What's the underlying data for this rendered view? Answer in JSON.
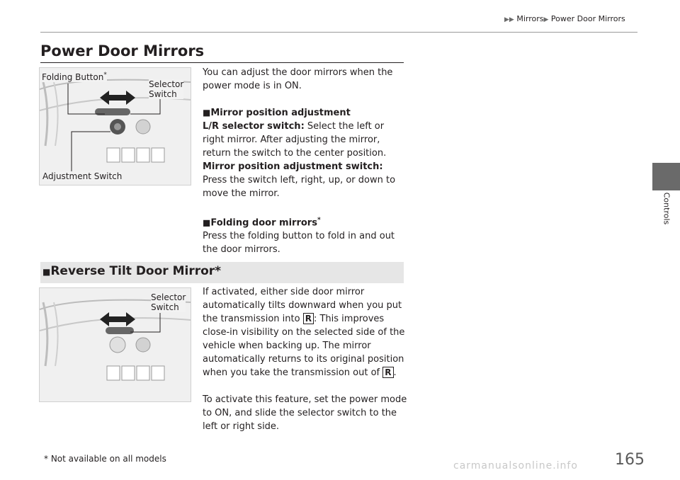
{
  "header": {
    "breadcrumb_part1": "Mirrors",
    "breadcrumb_part2": "Power Door Mirrors"
  },
  "side_tab": {
    "label": "Controls"
  },
  "page_title": "Power Door Mirrors",
  "figure1": {
    "label_folding": "Folding Button",
    "label_selector_line1": "Selector",
    "label_selector_line2": "Switch",
    "label_adjustment": "Adjustment Switch"
  },
  "intro": {
    "text": "You can adjust the door mirrors when the power mode is in ON."
  },
  "mirror_position": {
    "heading": "Mirror position adjustment",
    "lr_label": "L/R selector switch:",
    "lr_text": "Select the left or right mirror. After adjusting the mirror, return the switch to the center position.",
    "adj_label": "Mirror position adjustment switch:",
    "adj_text": "Press the switch left, right, up, or down to move the mirror."
  },
  "folding": {
    "heading": "Folding door mirrors",
    "text": "Press the folding button to fold in and out the door mirrors."
  },
  "reverse_tilt": {
    "heading": "Reverse Tilt Door Mirror",
    "para1_a": "If activated, either side door mirror automatically tilts downward when you put the transmission into",
    "para1_b": ": This improves close-in visibility on the selected side of the vehicle when backing up. The mirror automatically returns to its original position when you take the transmission out of",
    "para1_c": ".",
    "gear_key": "R",
    "para2": "To activate this feature, set the power mode to ON, and slide the selector switch to the left or right side."
  },
  "figure2": {
    "label_selector_line1": "Selector",
    "label_selector_line2": "Switch"
  },
  "footnote": "* Not available on all models",
  "page_number": "165",
  "watermark": "carmanualsonline.info",
  "symbols": {
    "square": "■",
    "asterisk": "*",
    "triangle": "▶"
  }
}
